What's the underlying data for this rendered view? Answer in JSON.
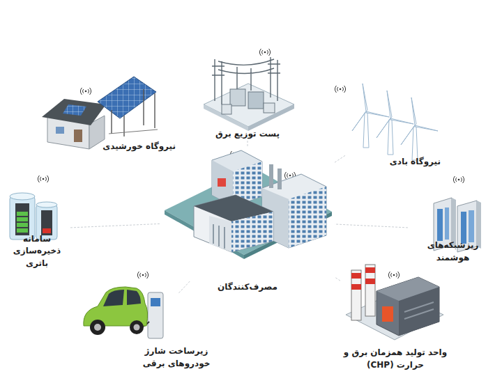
{
  "diagram": {
    "nodes": [
      {
        "text": [
          "پست توزیع برق"
        ]
      },
      {
        "text": [
          "نیروگاه خورشیدی"
        ]
      },
      {
        "text": [
          "نیروگاه بادی"
        ]
      },
      {
        "text": [
          "ریزشبکه‌های هوشمند"
        ]
      },
      {
        "text": [
          "سامانه ذخیره‌سازی باتری"
        ]
      },
      {
        "text": [
          "مصرف‌کنندگان"
        ]
      },
      {
        "text": [
          "زیرساخت شارژ خودروهای برقی"
        ]
      },
      {
        "text": [
          "واحد تولید همزمان برق و حرارت (CHP)"
        ]
      }
    ],
    "edges": [
      {
        "from": 0,
        "to": 5,
        "arrow": "none"
      },
      {
        "from": 1,
        "to": 5,
        "arrow": "none"
      },
      {
        "from": 2,
        "to": 5,
        "arrow": "none"
      },
      {
        "from": 3,
        "to": 5,
        "arrow": "none"
      },
      {
        "from": 4,
        "to": 5,
        "arrow": "none"
      },
      {
        "from": 6,
        "to": 5,
        "arrow": "none"
      },
      {
        "from": 7,
        "to": 5,
        "arrow": "none"
      }
    ]
  }
}
